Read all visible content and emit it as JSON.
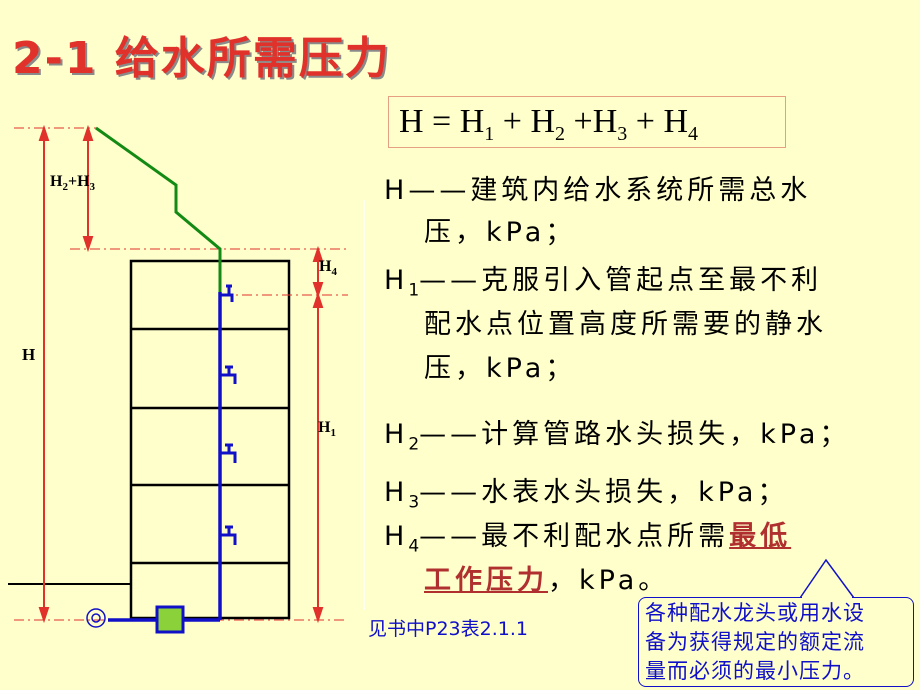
{
  "title": "2-1  给水所需压力",
  "formula": {
    "parts": [
      "H = H",
      "1",
      " + H",
      "2",
      " +H",
      "3",
      " + H",
      "4"
    ]
  },
  "diagram_labels": {
    "h2h3": [
      "H",
      "2",
      "+H",
      "3"
    ],
    "h4": [
      "H",
      "4"
    ],
    "h": "H",
    "h1": [
      "H",
      "1"
    ]
  },
  "definitions": {
    "h": {
      "symbol": "H",
      "line1": "——建筑内给水系统所需总水",
      "line2": "压，kPa；"
    },
    "h1": {
      "symbol": "H",
      "sub": "1",
      "line1": "——克服引入管起点至最不利",
      "line2": "配水点位置高度所需要的静水",
      "line3": "压，kPa；"
    },
    "h2": {
      "symbol": "H",
      "sub": "2",
      "line1": "——计算管路水头损失，kPa；"
    },
    "h3": {
      "symbol": "H",
      "sub": "3",
      "line1": "——水表水头损失，kPa；"
    },
    "h4": {
      "symbol": "H",
      "sub": "4",
      "line1_prefix": "——最不利配水点所需",
      "line1_highlight": "最低",
      "line2_highlight": "工作压力",
      "line2_suffix": "，kPa。"
    }
  },
  "book_reference": "见书中P23表2.1.1",
  "callout_text": [
    "各种配水龙头或用水设",
    "备为获得规定的额定流",
    "量而必须的最小压力。"
  ],
  "colors": {
    "title": "#E0322A",
    "background": "#FFFFCC",
    "pipe_green": "#138A13",
    "pipe_blue": "#1010C8",
    "dimension_red": "#E0322A",
    "highlight": "#B03030"
  },
  "icons": [
    "faucet-icon",
    "water-meter-icon",
    "inlet-valve-icon"
  ]
}
